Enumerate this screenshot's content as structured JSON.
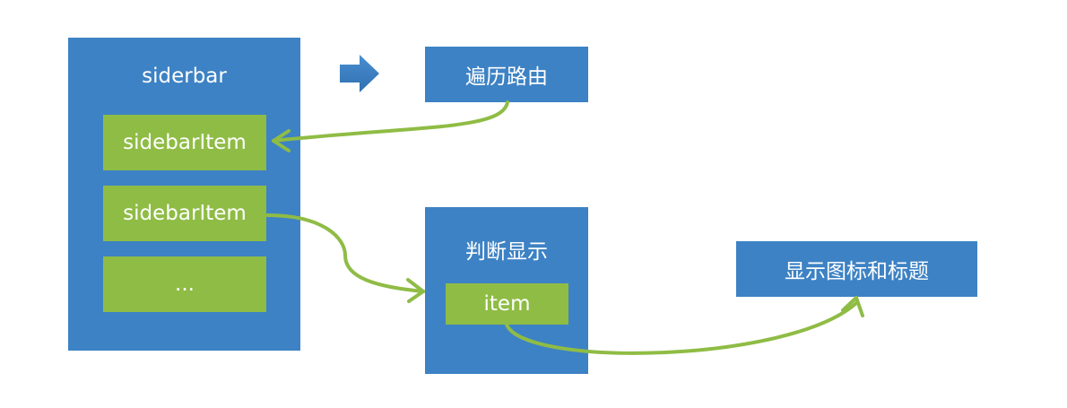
{
  "sidebar": {
    "title": "siderbar",
    "items": [
      {
        "label": "sidebarItem"
      },
      {
        "label": "sidebarItem"
      },
      {
        "label": "..."
      }
    ]
  },
  "traverse_routes": {
    "label": "遍历路由"
  },
  "decide_display": {
    "title": "判断显示",
    "item": {
      "label": "item"
    }
  },
  "show_icon_title": {
    "label": "显示图标和标题"
  },
  "colors": {
    "blue": "#3d82c4",
    "green": "#8fbc45",
    "connector": "#8fbc45"
  }
}
